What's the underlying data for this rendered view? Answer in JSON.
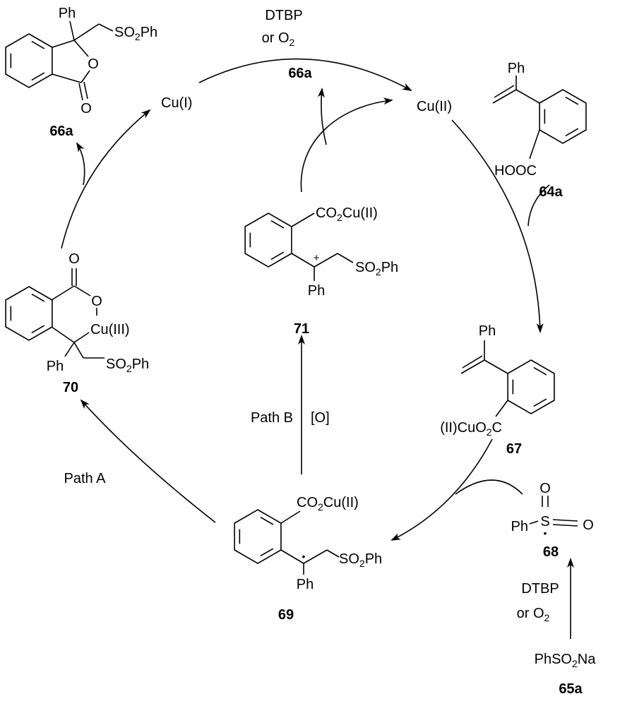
{
  "colors": {
    "ink": "#000000",
    "background": "#ffffff"
  },
  "top_product": {
    "label": "66a",
    "ph": "Ph",
    "so2ph": [
      "SO",
      "2",
      "Ph"
    ],
    "ring_o": "O",
    "carbonyl_o": "O"
  },
  "cu1": "Cu(I)",
  "cu2": "Cu(II)",
  "top_arrow": {
    "reagent1": "DTBP",
    "reagent2": [
      "or O",
      "2"
    ],
    "byproduct": "66a"
  },
  "c64a": {
    "label": "64a",
    "ph": "Ph",
    "acid": "HOOC"
  },
  "c71": {
    "label": "71",
    "cu": [
      "CO",
      "2",
      "Cu(II)"
    ],
    "charge": "+",
    "so2ph": [
      "SO",
      "2",
      "Ph"
    ],
    "ph": "Ph"
  },
  "c70": {
    "label": "70",
    "carbonyl_o": "O",
    "ring_o": "O",
    "cu": "Cu(III)",
    "ph": "Ph",
    "so2ph": [
      "SO",
      "2",
      "Ph"
    ]
  },
  "c67": {
    "label": "67",
    "ph": "Ph",
    "cu": [
      "(II)CuO",
      "2",
      "C"
    ]
  },
  "paths": {
    "a": "Path A",
    "b": "Path B",
    "oxidant": "[O]"
  },
  "c69": {
    "label": "69",
    "cu": [
      "CO",
      "2",
      "Cu(II)"
    ],
    "radical": "•",
    "so2ph": [
      "SO",
      "2",
      "Ph"
    ],
    "ph": "Ph"
  },
  "c68": {
    "label": "68",
    "ph": "Ph",
    "s": "S",
    "o1": "O",
    "o2": "O",
    "radical": "•"
  },
  "bottom_arrow": {
    "reagent1": "DTBP",
    "reagent2": [
      "or O",
      "2"
    ]
  },
  "c65a": {
    "label": "65a",
    "formula": [
      "PhSO",
      "2",
      "Na"
    ]
  }
}
